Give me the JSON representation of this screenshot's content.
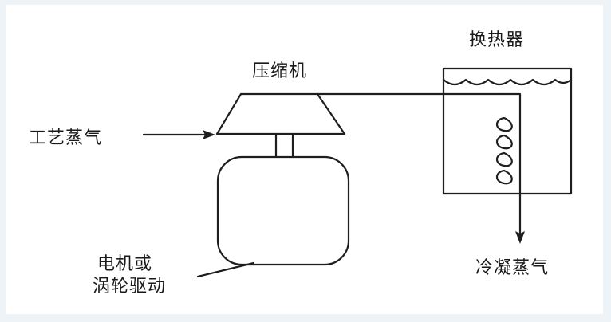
{
  "labels": {
    "heat_exchanger": "换热器",
    "compressor": "压缩机",
    "process_steam": "工艺蒸气",
    "motor_line1": "电机或",
    "motor_line2": "涡轮驱动",
    "condensed_steam": "冷凝蒸气"
  },
  "colors": {
    "background": "#eef3f8",
    "paper": "#ffffff",
    "ink": "#1e1e1e"
  }
}
